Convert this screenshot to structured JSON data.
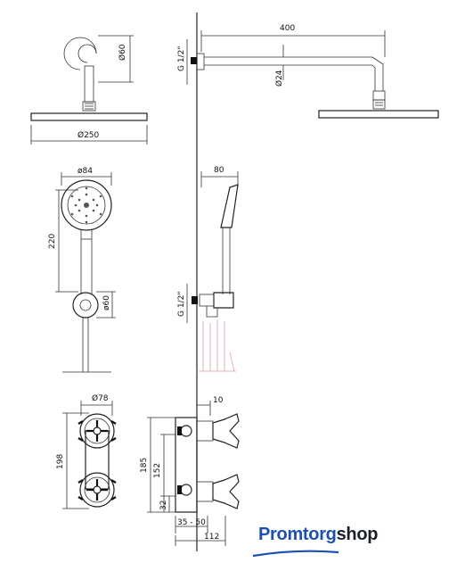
{
  "labels": {
    "arm_length": "400",
    "inlet_top": "G 1/2\"",
    "inlet_mid": "G 1/2\"",
    "arm_dia": "Ø24",
    "flange_dia": "Ø60",
    "head_dia": "Ø250",
    "hand_dia": "ø84",
    "hand_height": "220",
    "holder_dia": "ø60",
    "holder_depth": "80",
    "valve_dia": "Ø78",
    "total_height": "198",
    "offset_10": "10",
    "body_185": "185",
    "body_152": "152",
    "body_32": "32",
    "depth_range": "35 - 50",
    "depth_112": "112"
  },
  "brand": {
    "part1": "Promtorg",
    "part2": "shop"
  },
  "colors": {
    "brand_blue": "#1d4fb8",
    "brand_dark": "#1b1f2a",
    "wall_pipe_pink": "#e8b3ba"
  }
}
